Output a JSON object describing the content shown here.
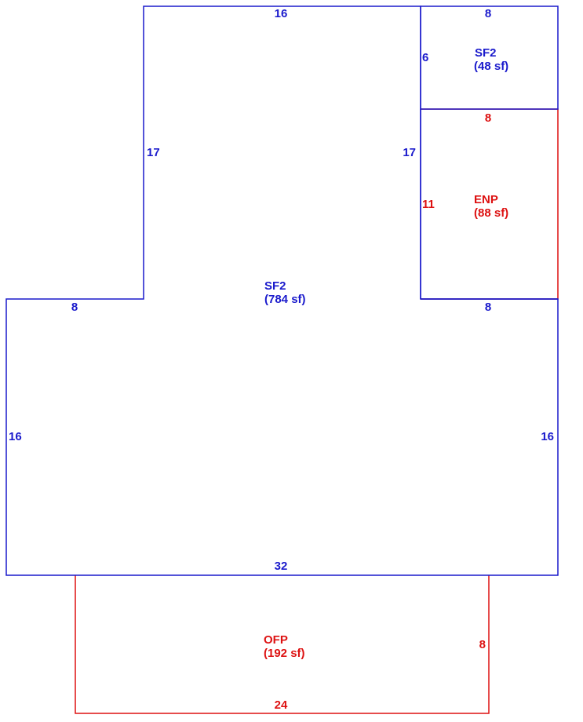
{
  "colors": {
    "living": "#1a1acc",
    "porch": "#dd1111"
  },
  "areas": {
    "main": {
      "code": "SF2",
      "area": "(784 sf)"
    },
    "upper": {
      "code": "SF2",
      "area": "(48 sf)"
    },
    "enclosed_porch": {
      "code": "ENP",
      "area": "(88 sf)"
    },
    "open_porch": {
      "code": "OFP",
      "area": "(192 sf)"
    }
  },
  "dimensions": {
    "main_top": "16",
    "main_upper_left": "17",
    "main_upper_right": "17",
    "main_left_step": "8",
    "main_right_step": "8",
    "main_left": "16",
    "main_right": "16",
    "main_bottom": "32",
    "upper_top": "8",
    "upper_left": "6",
    "enp_top": "8",
    "enp_left": "11",
    "ofp_right": "8",
    "ofp_bottom": "24"
  }
}
